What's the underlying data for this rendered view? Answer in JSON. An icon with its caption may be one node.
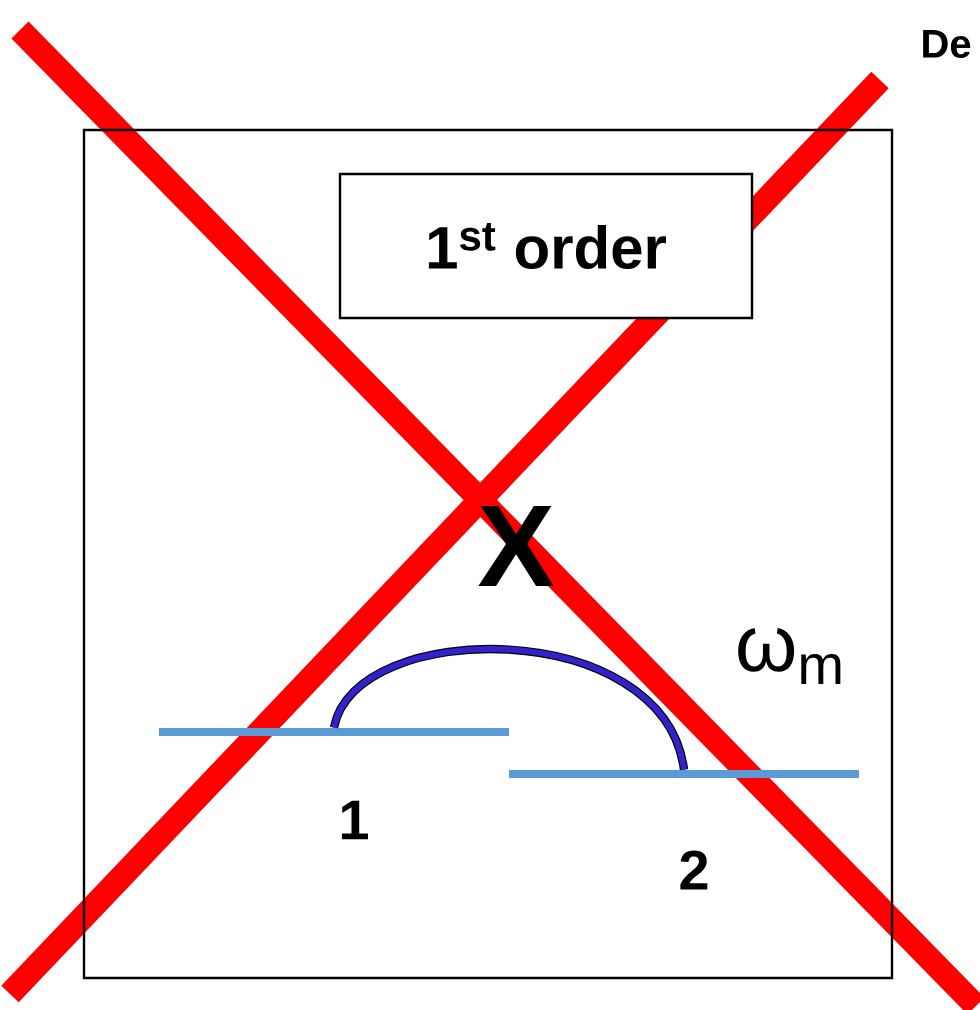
{
  "diagram": {
    "nodes": [
      {
        "text": [],
        "shape": "box"
      },
      {
        "text": [
          "1$^{st}$ order"
        ],
        "in": 0
      },
      {
        "text": [],
        "shape": "bar",
        "in": 0,
        "beside": [
          "1"
        ]
      },
      {
        "text": [],
        "shape": "bar",
        "in": 0,
        "beside": [
          "2"
        ]
      }
    ],
    "edges": [
      {
        "from": 2,
        "to": 3,
        "arrow": "none"
      }
    ],
    "labels": [
      "De",
      "X",
      "ω$_{m}$"
    ]
  }
}
